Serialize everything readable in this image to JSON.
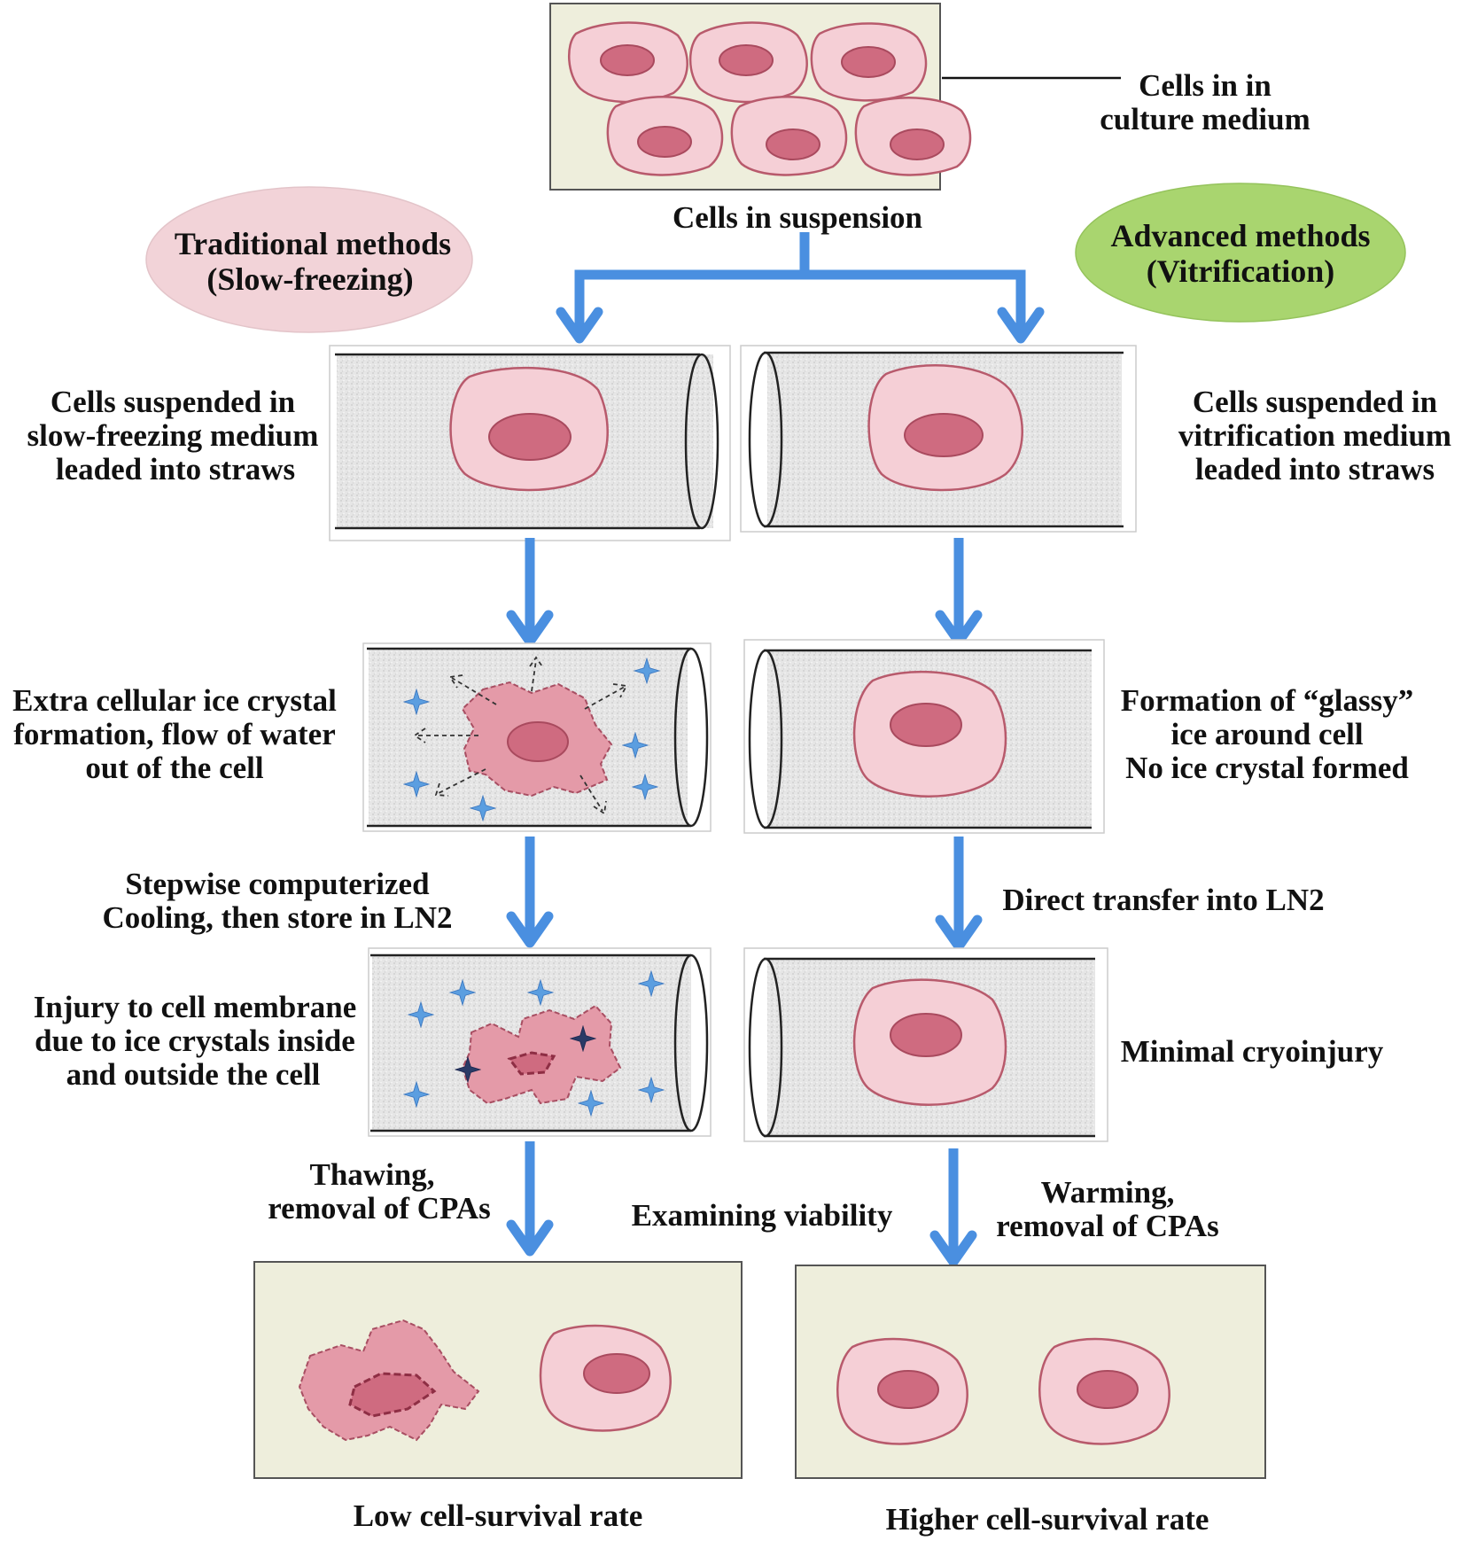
{
  "top": {
    "callout": [
      "Cells in in",
      "culture medium"
    ],
    "caption": "Cells in suspension"
  },
  "left": {
    "method": [
      "Traditional methods",
      "(Slow-freezing)"
    ],
    "step1": [
      "Cells suspended in",
      "slow-freezing medium",
      "leaded into  straws"
    ],
    "step2": [
      "Extra cellular ice crystal",
      "formation, flow of water",
      "out of the cell"
    ],
    "transfer": [
      "Stepwise  computerized",
      "Cooling, then store in LN2"
    ],
    "step3": [
      "Injury to cell membrane",
      "due to ice crystals inside",
      "and outside the cell"
    ],
    "thaw": [
      "Thawing,",
      "removal of CPAs"
    ],
    "result": "Low cell-survival rate"
  },
  "right": {
    "method": [
      "Advanced methods",
      "(Vitrification)"
    ],
    "step1": [
      "Cells suspended in",
      "vitrification medium",
      "leaded into  straws"
    ],
    "step2": [
      "Formation of “glassy”",
      "ice around cell",
      "No ice crystal  formed"
    ],
    "transfer": "Direct transfer into  LN2",
    "step3": "Minimal cryoinjury",
    "warm": [
      "Warming,",
      "removal of CPAs"
    ],
    "result": "Higher cell-survival rate"
  },
  "middle": {
    "examining": "Examining viability"
  },
  "colors": {
    "arrow": "#4a8fe0",
    "oval_traditional": "#f2d3d8",
    "oval_advanced": "#a9d56f",
    "medium_panel": "#eeeedc",
    "cell_outer": "#f5cfd6",
    "cell_nucleus": "#cf6b80",
    "ice_crystal": "#4a90d9"
  },
  "icons": [
    "ice-crystal-icon",
    "cell-icon",
    "damaged-cell-icon",
    "straw-icon"
  ]
}
